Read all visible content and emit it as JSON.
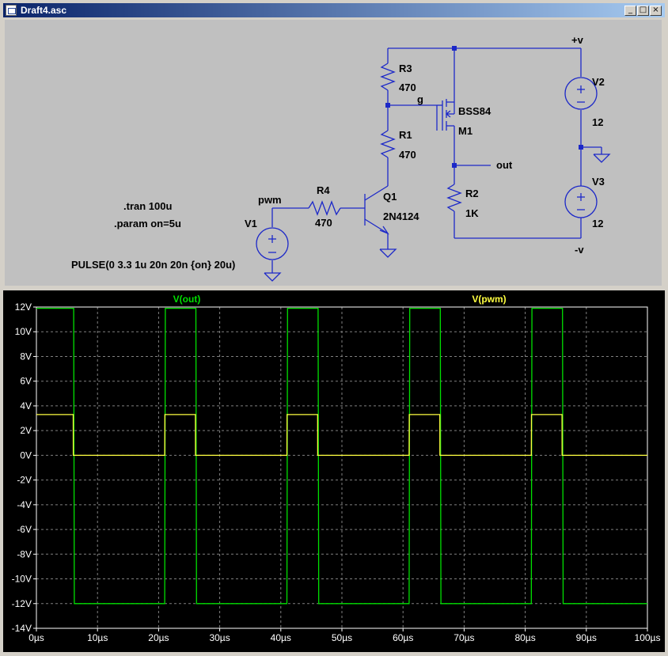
{
  "window": {
    "title": "Draft4.asc",
    "minimize": "_",
    "restore": "□",
    "close": "×"
  },
  "schematic": {
    "labels": {
      "R3_name": "R3",
      "R3_value": "470",
      "R1_name": "R1",
      "R1_value": "470",
      "R4_name": "R4",
      "R4_value": "470",
      "R2_name": "R2",
      "R2_value": "1K",
      "Q1_name": "Q1",
      "Q1_model": "2N4124",
      "M1_model": "BSS84",
      "M1_name": "M1",
      "V1_name": "V1",
      "V2_name": "V2",
      "V2_value": "12",
      "V3_name": "V3",
      "V3_value": "12",
      "net_pwm": "pwm",
      "net_g": "g",
      "net_out": "out",
      "net_plus": "+v",
      "net_minus": "-v",
      "dir_tran": ".tran 100u",
      "dir_param": ".param on=5u",
      "pulse": "PULSE(0 3.3 1u 20n 20n {on} 20u)"
    }
  },
  "chart_data": {
    "type": "line",
    "title": "",
    "xlim": [
      0,
      100
    ],
    "ylim": [
      -14,
      12
    ],
    "x_ticks": [
      "0µs",
      "10µs",
      "20µs",
      "30µs",
      "40µs",
      "50µs",
      "60µs",
      "70µs",
      "80µs",
      "90µs",
      "100µs"
    ],
    "y_ticks": [
      "12V",
      "10V",
      "8V",
      "6V",
      "4V",
      "2V",
      "0V",
      "-2V",
      "-4V",
      "-6V",
      "-8V",
      "-10V",
      "-12V",
      "-14V"
    ],
    "grid": true,
    "colors": {
      "out": "#00e000",
      "pwm": "#ffff40",
      "grid": "#808080",
      "axis": "#ffffff"
    },
    "series": [
      {
        "name": "V(out)",
        "x": [
          0,
          6.1,
          6.2,
          21,
          21.1,
          26.1,
          26.2,
          41,
          41.1,
          46.1,
          46.2,
          61,
          61.1,
          66.1,
          66.2,
          81,
          81.1,
          86.1,
          86.2,
          100
        ],
        "y": [
          11.9,
          11.9,
          -12,
          -12,
          11.9,
          11.9,
          -12,
          -12,
          11.9,
          11.9,
          -12,
          -12,
          11.9,
          11.9,
          -12,
          -12,
          11.9,
          11.9,
          -12,
          -12
        ]
      },
      {
        "name": "V(pwm)",
        "x": [
          0,
          1,
          1.02,
          6.02,
          6.04,
          21,
          21.02,
          26.02,
          26.04,
          41,
          41.02,
          46.02,
          46.04,
          61,
          61.02,
          66.02,
          66.04,
          81,
          81.02,
          86.02,
          86.04,
          100
        ],
        "y": [
          3.3,
          3.3,
          3.3,
          3.3,
          0,
          0,
          3.3,
          3.3,
          0,
          0,
          3.3,
          3.3,
          0,
          0,
          3.3,
          3.3,
          0,
          0,
          3.3,
          3.3,
          0,
          0
        ]
      }
    ]
  }
}
